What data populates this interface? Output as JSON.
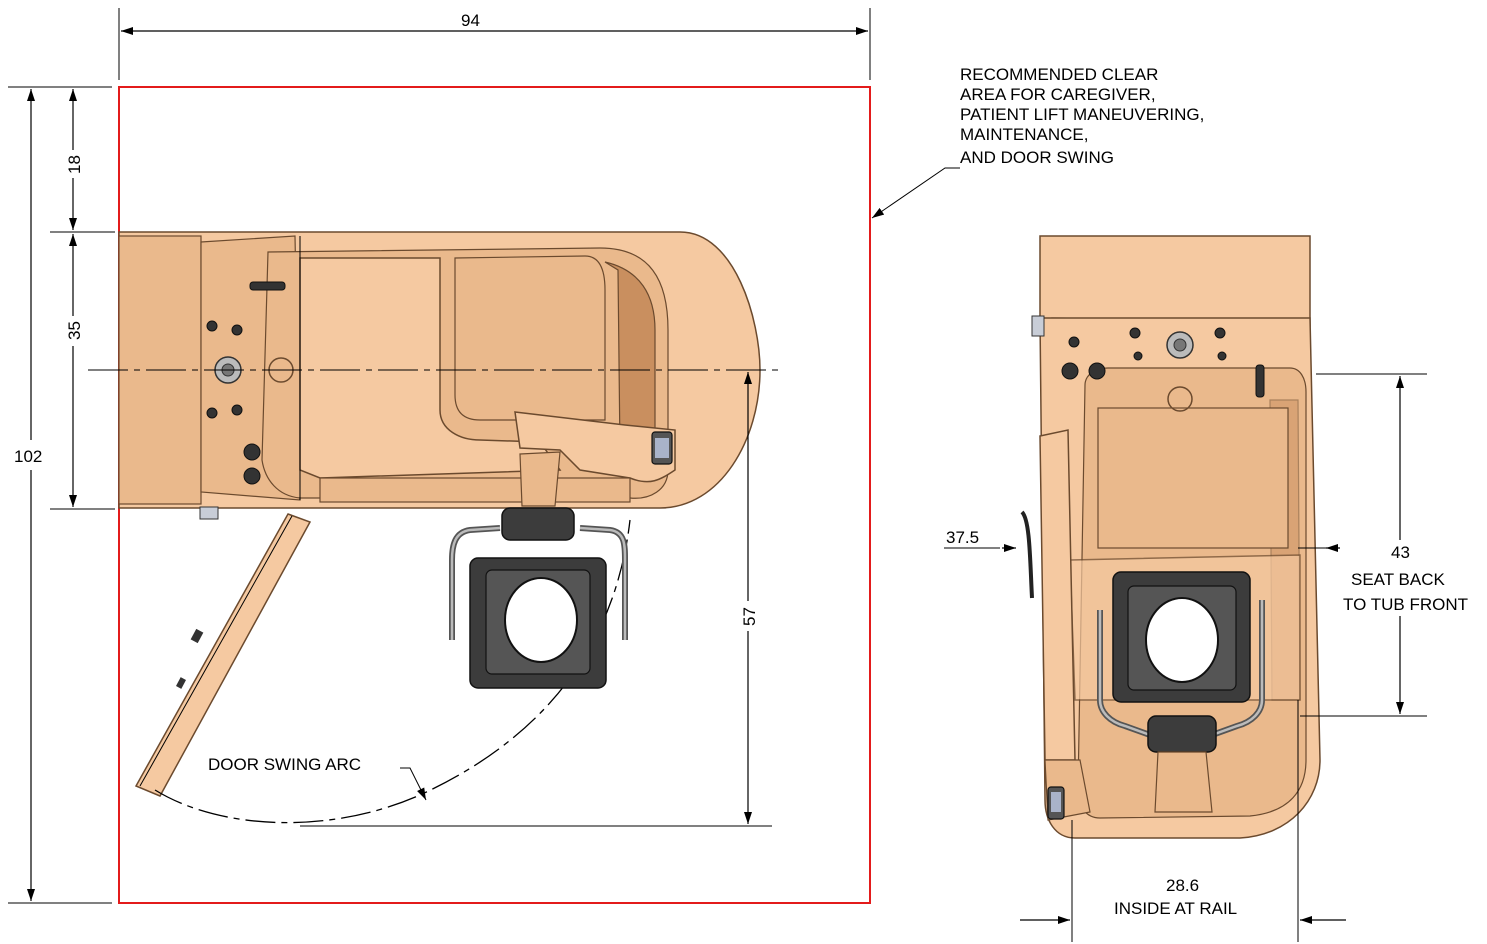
{
  "dimensions": {
    "overall_width": "94",
    "top_clearance": "18",
    "tub_depth": "35",
    "overall_depth": "102",
    "swing_depth": "57",
    "seat_offset": "37.5",
    "seat_back_value": "43",
    "seat_back_line1": "SEAT BACK",
    "seat_back_line2": "TO TUB FRONT",
    "rail_value": "28.6",
    "rail_label": "INSIDE AT RAIL"
  },
  "notes": {
    "clear_area": [
      "RECOMMENDED CLEAR",
      "AREA FOR CAREGIVER,",
      "PATIENT LIFT MANEUVERING,",
      "MAINTENANCE,",
      "AND DOOR SWING"
    ],
    "door_swing": "DOOR SWING ARC"
  },
  "colors": {
    "clear_area_boundary": "#e31b1b",
    "tub": "#f5c9a1",
    "seat": "#3c3c3c"
  }
}
